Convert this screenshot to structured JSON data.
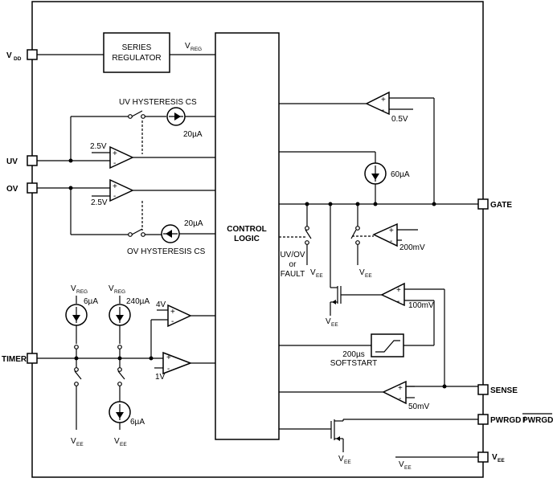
{
  "pins": {
    "vdd": "V",
    "vdd_sub": "DD",
    "uv": "UV",
    "ov": "OV",
    "timer": "TIMER",
    "gate": "GATE",
    "sense": "SENSE",
    "pwrgd": "PWRGD / ",
    "pwrgd_bar": "PWRGD",
    "vee": "V",
    "vee_sub": "EE"
  },
  "blocks": {
    "series_regulator_1": "SERIES",
    "series_regulator_2": "REGULATOR",
    "control_logic_1": "CONTROL",
    "control_logic_2": "LOGIC",
    "softstart_1": "200µs",
    "softstart_2": "SOFTSTART"
  },
  "labels": {
    "vreg": "V",
    "vreg_sub": "REG",
    "vee": "V",
    "vee_sub": "EE",
    "uv_hyst": "UV  HYSTERESIS CS",
    "ov_hyst": "OV  HYSTERESIS CS",
    "i20_top": "20µA",
    "i20_bot": "20µA",
    "v25_uv": "2.5V",
    "v25_ov": "2.5V",
    "i6_top": "6µA",
    "i240": "240µA",
    "i6_bot": "6µA",
    "v4": "4V",
    "v1": "1V",
    "v05": "0.5V",
    "i60": "60µA",
    "mv200": "200mV",
    "mv100": "100mV",
    "mv50": "50mV",
    "uvov_1": "UV/OV",
    "uvov_2": "or",
    "uvov_3": "FAULT",
    "plus": "+",
    "minus": "-"
  }
}
